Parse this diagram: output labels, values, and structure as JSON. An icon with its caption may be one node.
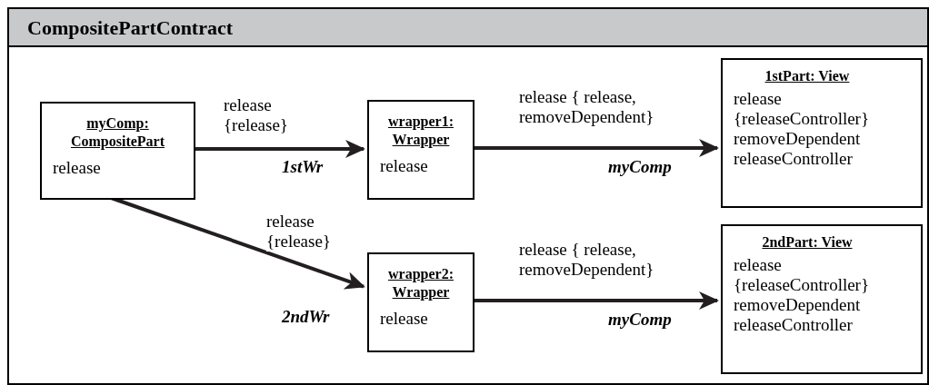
{
  "diagram": {
    "nodes": [
      {
        "text": [
          "CompositePartContract"
        ]
      },
      {
        "text": [
          "myComp: CompositePart",
          "release"
        ],
        "in": 0
      },
      {
        "text": [
          "wrapper1: Wrapper",
          "release"
        ],
        "in": 0
      },
      {
        "text": [
          "1stPart: View",
          "release {releaseController}",
          "removeDependent",
          "releaseController"
        ],
        "in": 0
      },
      {
        "text": [
          "wrapper2: Wrapper",
          "release"
        ],
        "in": 0
      },
      {
        "text": [
          "2ndPart: View",
          "release {releaseController}",
          "removeDependent",
          "releaseController"
        ],
        "in": 0
      }
    ],
    "edges": [
      {
        "from": 1,
        "to": 2,
        "arrow": "to",
        "label": "release {release}"
      },
      {
        "from": 1,
        "to": 4,
        "arrow": "to",
        "label": "release {release}"
      },
      {
        "from": 2,
        "to": 3,
        "arrow": "to",
        "label": "release { release, removeDependent}"
      },
      {
        "from": 4,
        "to": 5,
        "arrow": "to",
        "label": "release { release, removeDependent}"
      }
    ],
    "labels": [
      "1stWr",
      "2ndWr",
      "myComp",
      "myComp"
    ]
  }
}
